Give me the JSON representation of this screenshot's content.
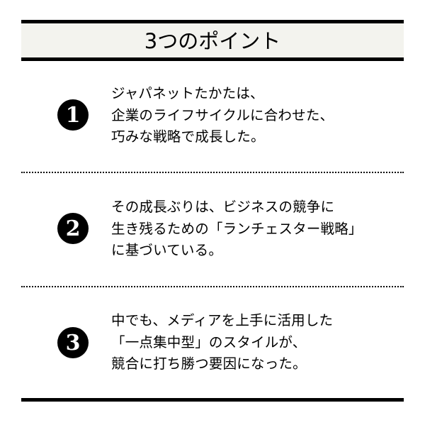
{
  "header": {
    "title": "3つのポイント"
  },
  "points": [
    {
      "number": "1",
      "lines": [
        "ジャパネットたかたは、",
        "企業のライフサイクルに合わせた、",
        "巧みな戦略で成長した。"
      ]
    },
    {
      "number": "2",
      "lines": [
        "その成長ぶりは、ビジネスの競争に",
        "生き残るための「ランチェスター戦略」",
        "に基づいている。"
      ]
    },
    {
      "number": "3",
      "lines": [
        "中でも、メディアを上手に活用した",
        "「一点集中型」のスタイルが、",
        "競合に打ち勝つ要因になった。"
      ]
    }
  ],
  "colors": {
    "header_background": "#f3f3ee",
    "rule": "#000000",
    "badge": "#000000",
    "badge_text": "#ffffff"
  }
}
